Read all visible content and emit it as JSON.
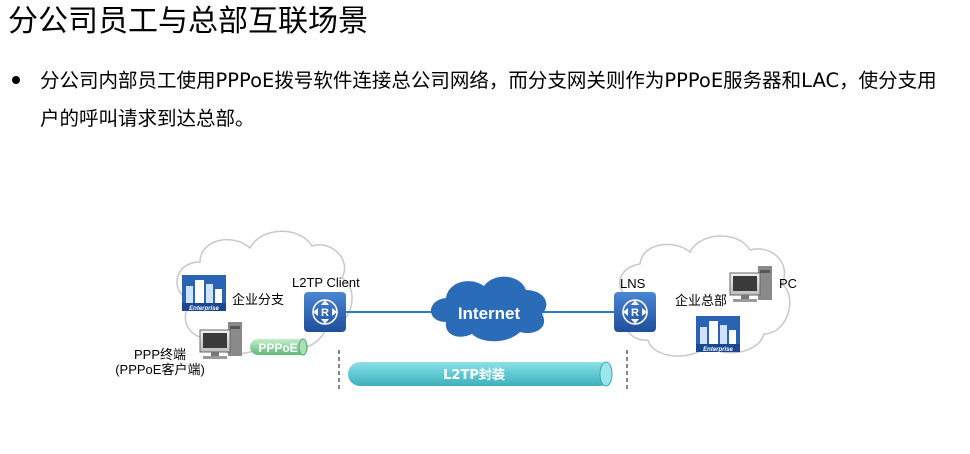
{
  "title": "分公司员工与总部互联场景",
  "bullet": "分公司内部员工使用PPPoE拨号软件连接总公司网络，而分支网关则作为PPPoE服务器和LAC，使分支用户的呼叫请求到达总部。",
  "diagram": {
    "branch_label": "企业分支",
    "hq_label": "企业总部",
    "l2tp_client_label": "L2TP Client",
    "lns_label": "LNS",
    "internet_label": "Internet",
    "pppoe_label": "PPPoE",
    "l2tp_tunnel_label": "L2TP封装",
    "ppp_terminal_label": "PPP终端",
    "ppp_terminal_sublabel": "(PPPoE客户端)",
    "pc_label": "PC",
    "enterprise_label": "Enterprise",
    "colors": {
      "router": "#2b63b4",
      "internet": "#2b6cb8",
      "pppoe_tube": "#8fd4a0",
      "l2tp_tube": "#5fc9d3",
      "link": "#2f78c4",
      "cloud_stroke": "#c8c8c8"
    }
  }
}
